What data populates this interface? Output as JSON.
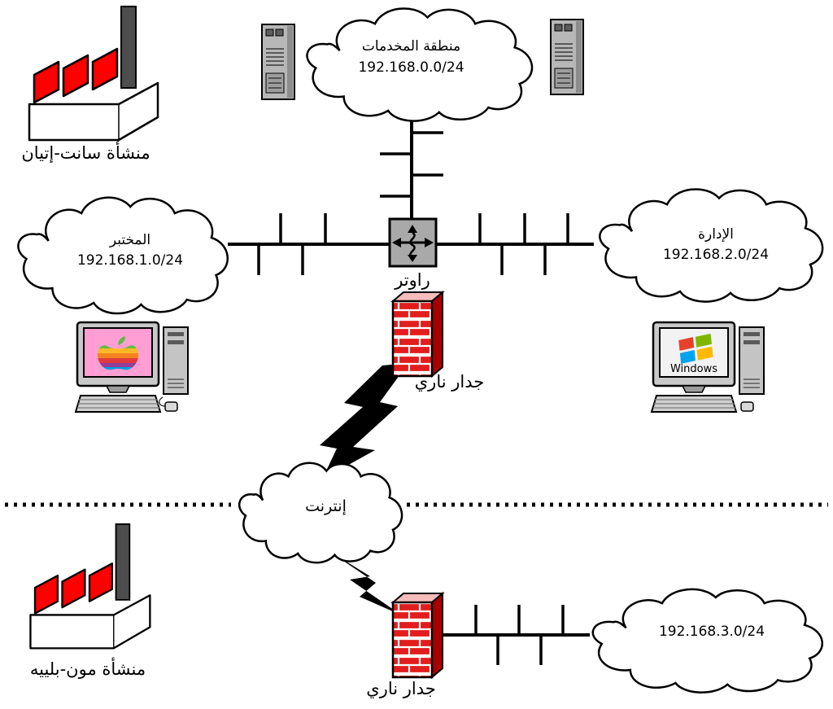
{
  "diagram": {
    "top_site": {
      "factory_label": "منشأة سانت-إتيان",
      "servers_zone_name": "منطقة المخدمات",
      "servers_zone_subnet": "192.168.0.0/24",
      "lab_name": "المختبر",
      "lab_subnet": "192.168.1.0/24",
      "admin_name": "الإدارة",
      "admin_subnet": "192.168.2.0/24",
      "router_label": "راوتر",
      "firewall_label": "جدار ناري"
    },
    "internet_label": "إنترنت",
    "bottom_site": {
      "factory_label": "منشأة مون-بلييه",
      "firewall_label": "جدار ناري",
      "lan_subnet": "192.168.3.0/24"
    },
    "windows_text": "Windows"
  },
  "icons": {
    "factory": "factory-icon (red sawtooth roof, chimney)",
    "server": "server-tower-icon",
    "router": "router-icon (gray box with arrows)",
    "firewall": "firewall-brick-icon",
    "lightning": "lightning-link-icon",
    "cloud": "network-cloud-icon",
    "mac": "mac-computer-icon (rainbow apple screen)",
    "windows_pc": "windows-computer-icon (flag logo screen)"
  },
  "colors": {
    "factory_red": "#ff0000",
    "firewall_brick_red": "#e21d1d",
    "router_gray": "#a9a9a9",
    "mac_screen_pink": "#ff9ed2",
    "line_black": "#000000",
    "cloud_fill": "#ffffff"
  }
}
